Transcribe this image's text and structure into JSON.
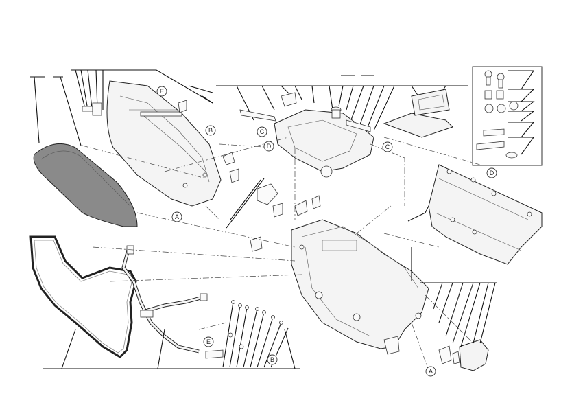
{
  "callouts": {
    "A1": "A",
    "A2": "A",
    "B1": "B",
    "B2": "B",
    "C1": "C",
    "C2": "C",
    "D1": "D",
    "D2": "D",
    "E1": "E",
    "E2": "E"
  }
}
